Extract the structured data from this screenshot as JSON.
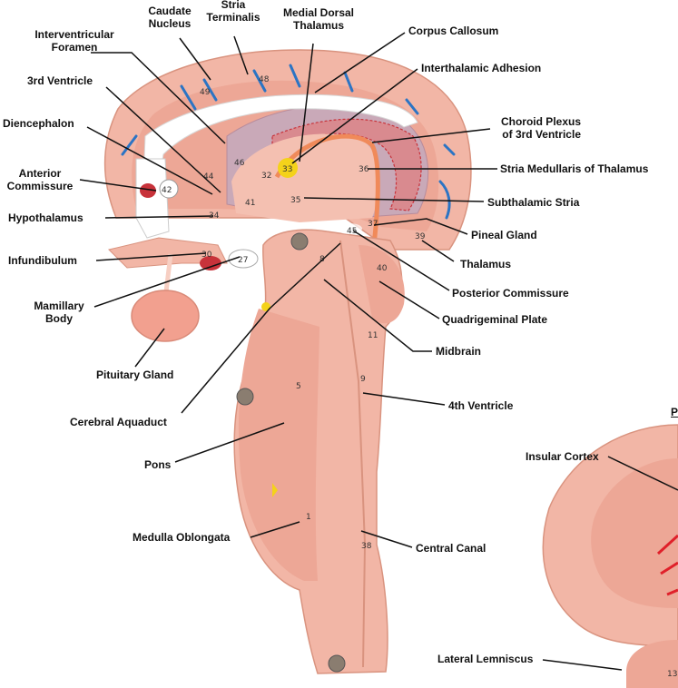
{
  "labels": {
    "caudate_nucleus": [
      "Caudate",
      "Nucleus"
    ],
    "stria_terminalis": [
      "Stria",
      "Terminalis"
    ],
    "medial_dorsal_thalamus": [
      "Medial Dorsal",
      "Thalamus"
    ],
    "interventricular_foramen": [
      "Interventricular",
      "Foramen"
    ],
    "corpus_callosum": "Corpus Callosum",
    "interthalamic_adhesion": "Interthalamic Adhesion",
    "third_ventricle": "3rd Ventricle",
    "diencephalon": "Diencephalon",
    "choroid_plexus": [
      "Choroid Plexus",
      "of 3rd Ventricle"
    ],
    "anterior_commissure": [
      "Anterior",
      "Commissure"
    ],
    "stria_medullaris": "Stria Medullaris of Thalamus",
    "hypothalamus": "Hypothalamus",
    "subthalamic_stria": "Subthalamic Stria",
    "pineal_gland": "Pineal Gland",
    "infundibulum": "Infundibulum",
    "thalamus": "Thalamus",
    "posterior_commissure": "Posterior Commissure",
    "mamillary_body": [
      "Mamillary",
      "Body"
    ],
    "quadrigeminal_plate": "Quadrigeminal Plate",
    "midbrain": "Midbrain",
    "pituitary_gland": "Pituitary Gland",
    "fourth_ventricle": "4th Ventricle",
    "cerebral_aqueduct": "Cerebral Aquaduct",
    "pons": "Pons",
    "insular_cortex": "Insular Cortex",
    "medulla_oblongata": "Medulla Oblongata",
    "central_canal": "Central Canal",
    "lateral_lemniscus": "Lateral Lemniscus",
    "partial_edge_letter": "P"
  },
  "model_numbers": {
    "n49": "49",
    "n48": "48",
    "n46": "46",
    "n33": "33",
    "n32": "32",
    "n44": "44",
    "n42": "42",
    "n41": "41",
    "n34": "34",
    "n35": "35",
    "n36": "36",
    "n37": "37",
    "n45": "45",
    "n39": "39",
    "n40": "40",
    "n8": "8",
    "n30": "30",
    "n27": "27",
    "n11": "11",
    "n9": "9",
    "n5": "5",
    "n1": "1",
    "n38": "38",
    "n13": "13"
  },
  "colors": {
    "tissue": "#f2b6a6",
    "tissue_dark": "#e39c8a",
    "corpus_callosum": "#ffffff",
    "vessels_blue": "#2b74c4",
    "choroid_red": "#c8323a",
    "marker_yellow": "#f4d21a",
    "label_text": "#111111"
  }
}
